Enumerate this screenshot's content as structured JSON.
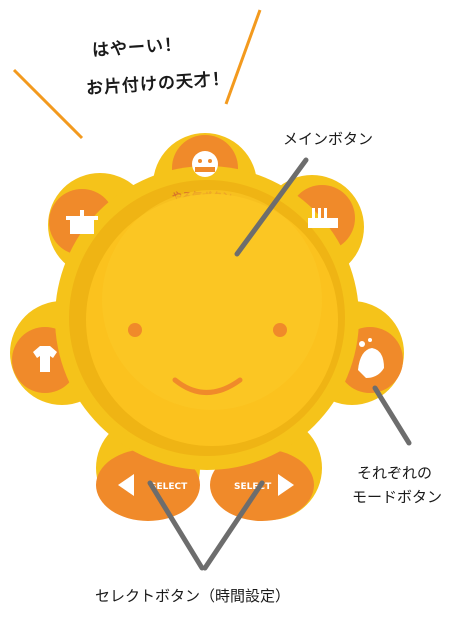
{
  "slogan": {
    "line1": "はやーい！",
    "line2": "お片付けの天才！"
  },
  "device": {
    "brand_label": "やる気ボタン",
    "select_label_left": "SELECT",
    "select_label_right": "SELECT",
    "mode_buttons": [
      {
        "icon": "face-icon"
      },
      {
        "icon": "toothbrush-icon"
      },
      {
        "icon": "hand-wash-icon"
      },
      {
        "icon": "tshirt-icon"
      },
      {
        "icon": "pot-icon"
      }
    ]
  },
  "callouts": {
    "main_button": "メインボタン",
    "mode_buttons_line1": "それぞれの",
    "mode_buttons_line2": "モードボタン",
    "select_buttons": "セレクトボタン（時間設定）"
  },
  "colors": {
    "petal_yellow": "#f5c31a",
    "petal_orange": "#f08a2a",
    "center_yellow": "#fbc21e",
    "accent_lines": "#f39a1e",
    "pointer_gray": "#6d6d6d"
  }
}
